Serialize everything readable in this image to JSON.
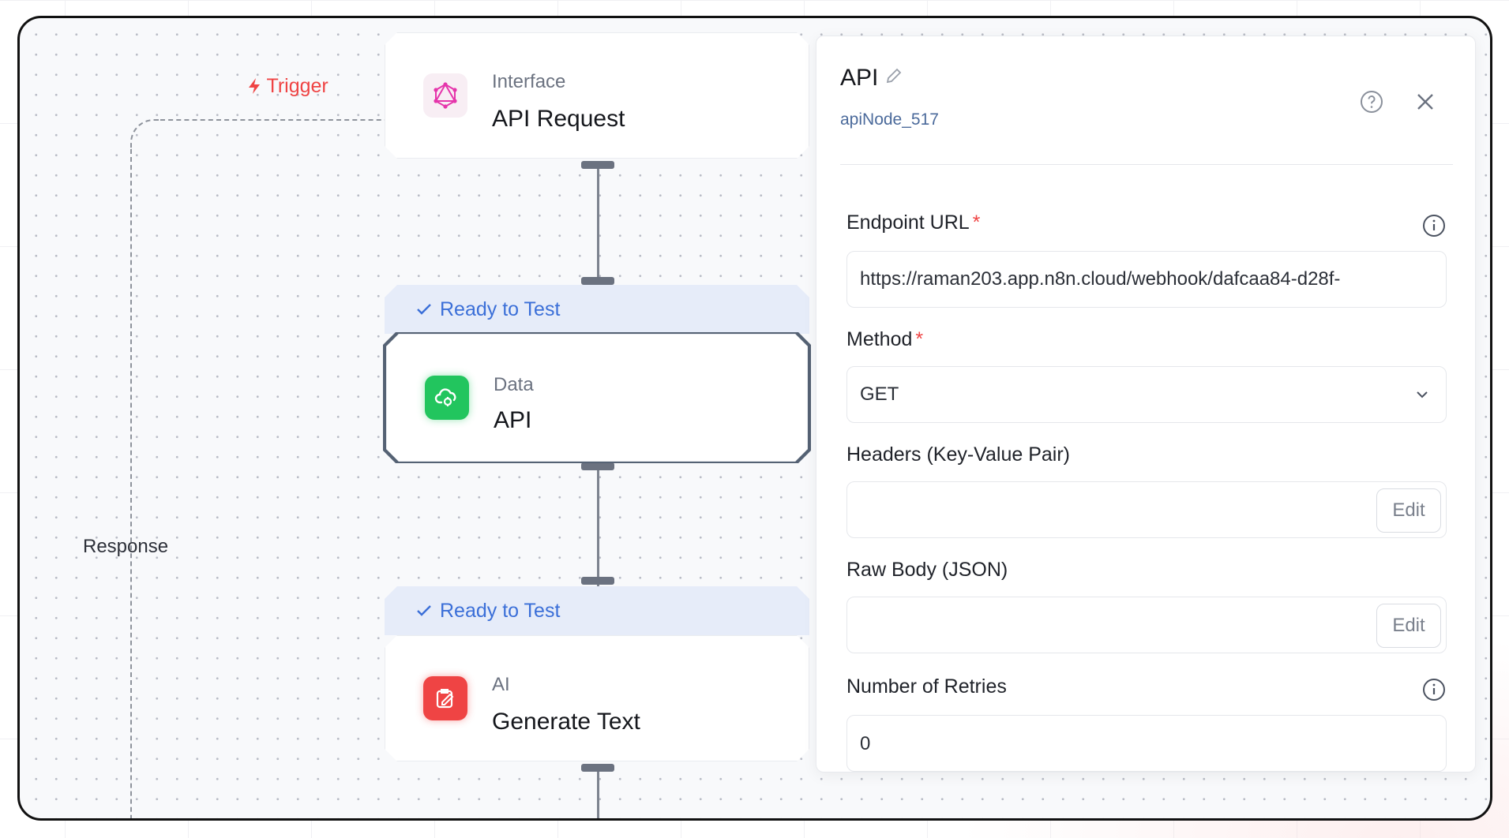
{
  "canvas": {
    "trigger_label": "Trigger",
    "response_label": "Response"
  },
  "nodes": [
    {
      "category": "Interface",
      "name": "API Request",
      "icon": "graphql-icon",
      "color": "#e535ab"
    },
    {
      "category": "Data",
      "name": "API",
      "icon": "cloud-sync-icon",
      "color": "#22c55e",
      "status": "Ready to Test"
    },
    {
      "category": "AI",
      "name": "Generate Text",
      "icon": "note-edit-icon",
      "color": "#ef4444",
      "status": "Ready to Test"
    }
  ],
  "panel": {
    "title": "API",
    "node_id": "apiNode_517",
    "fields": {
      "endpoint_label": "Endpoint URL",
      "endpoint_value": "https://raman203.app.n8n.cloud/webhook/dafcaa84-d28f-",
      "method_label": "Method",
      "method_value": "GET",
      "headers_label": "Headers (Key-Value Pair)",
      "raw_body_label": "Raw Body (JSON)",
      "retries_label": "Number of Retries",
      "retries_value": "0",
      "edit_label": "Edit",
      "required_mark": "*"
    }
  }
}
